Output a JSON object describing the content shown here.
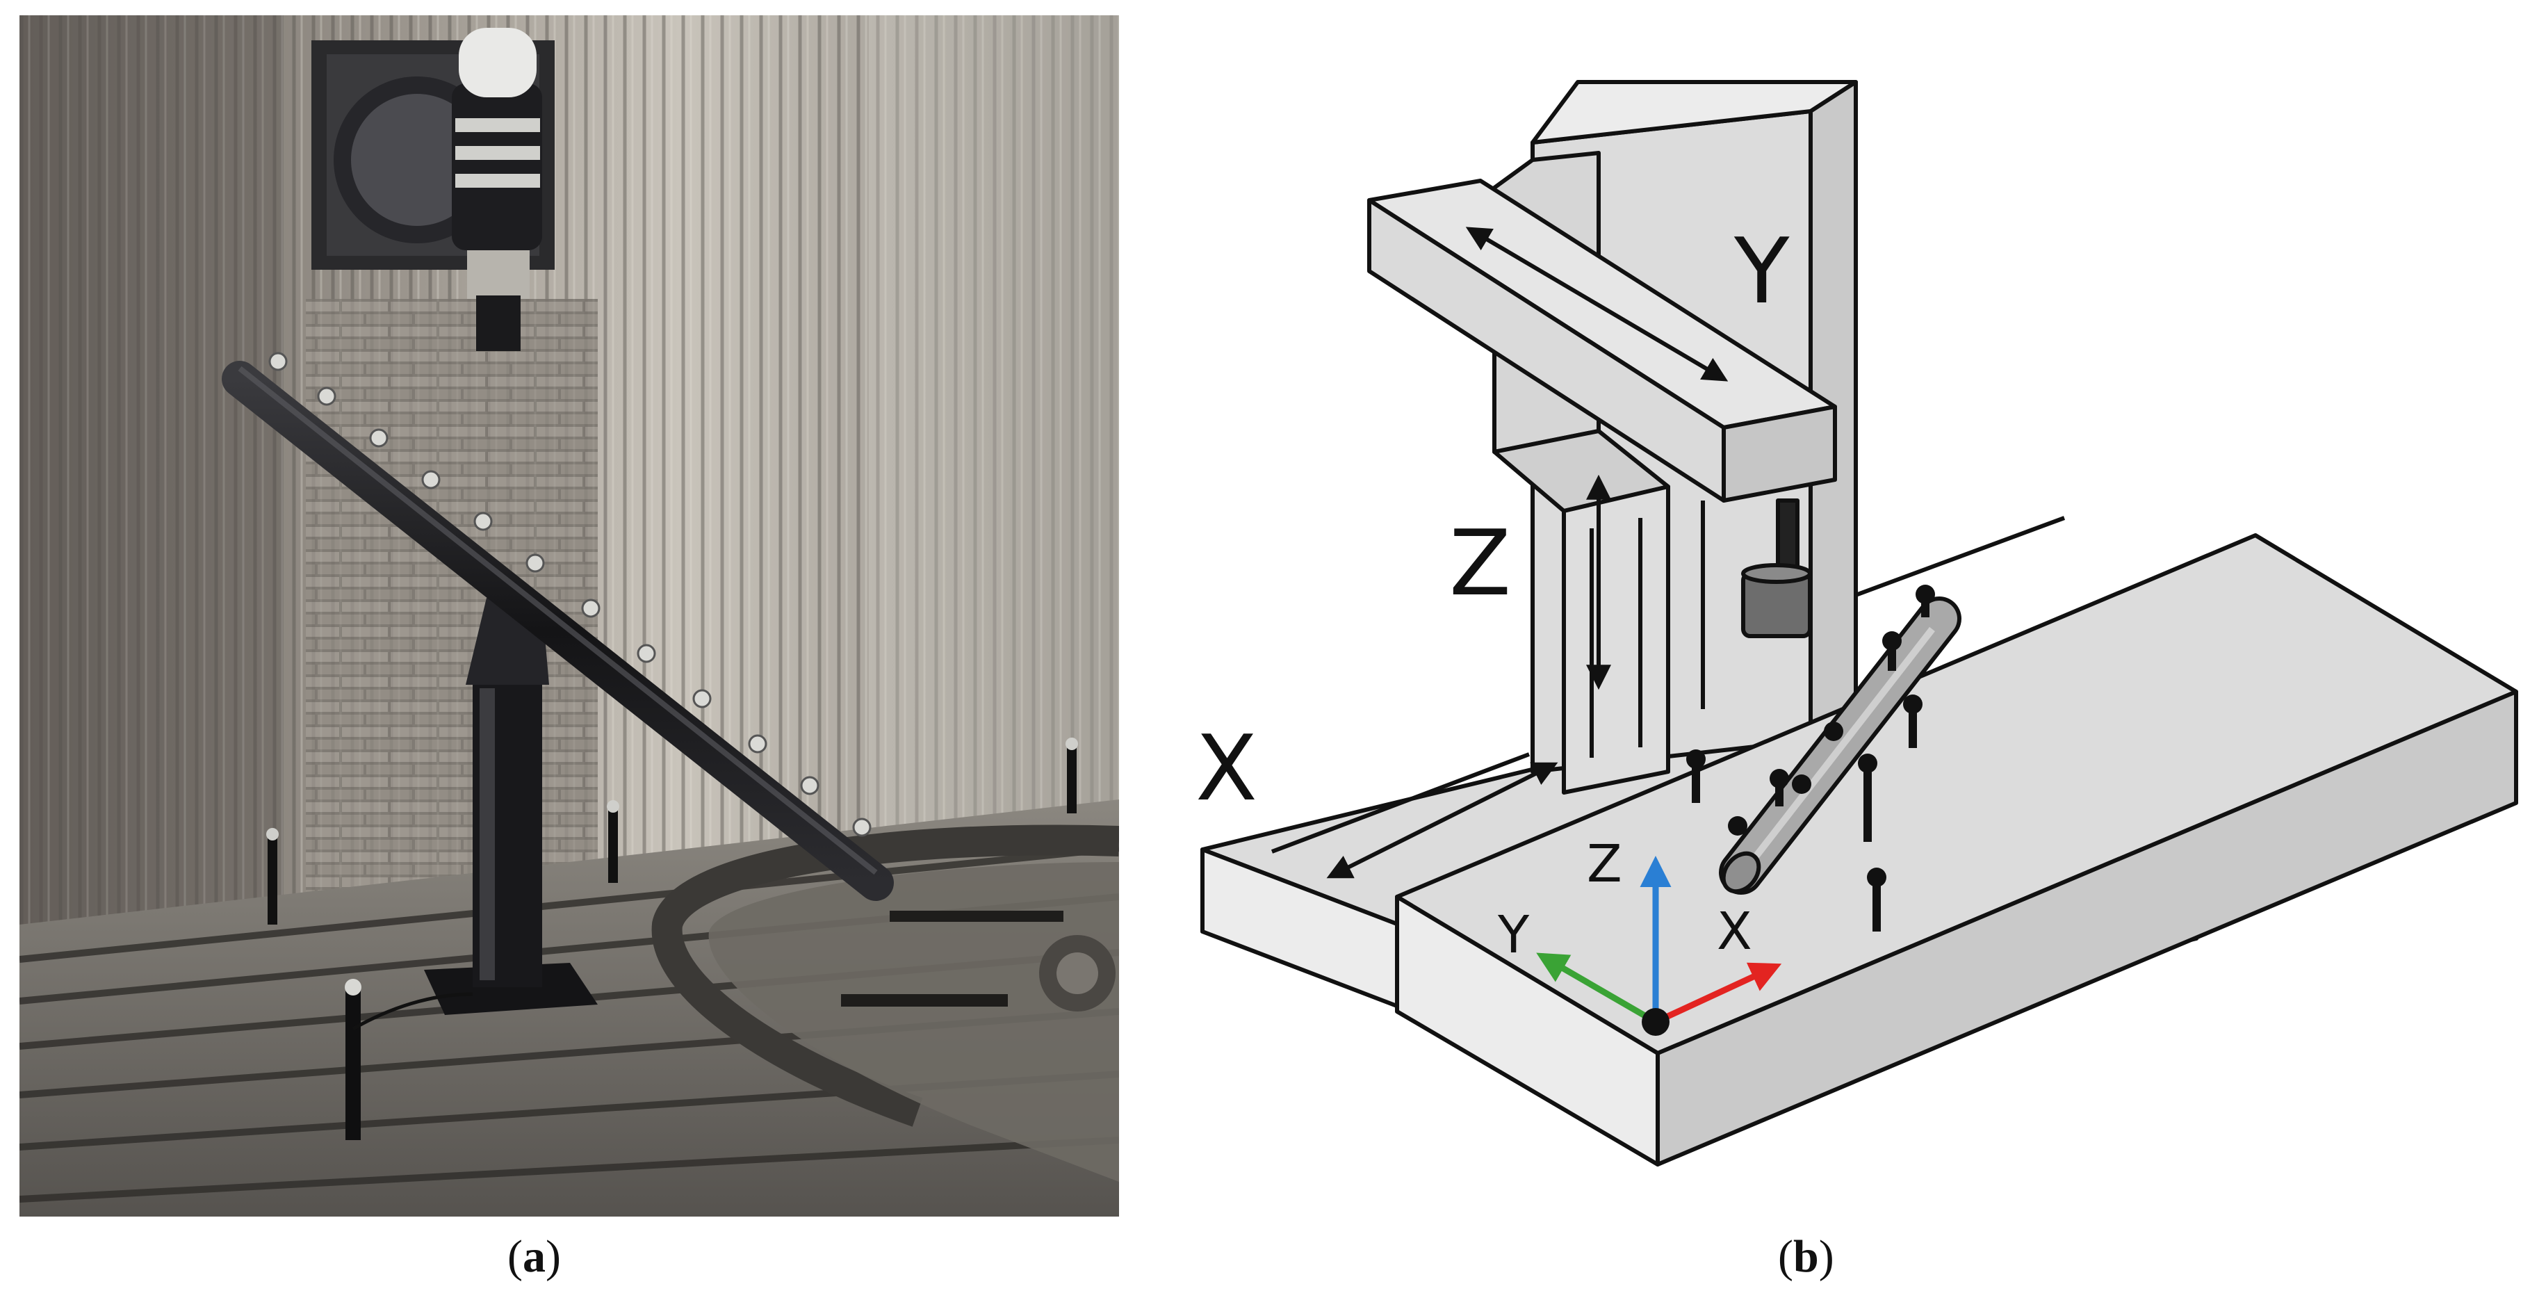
{
  "panel_a": {
    "caption_open": "(",
    "caption_letter": "a",
    "caption_close": ")"
  },
  "panel_b": {
    "caption_open": "(",
    "caption_letter": "b",
    "caption_close": ")",
    "machine_axes": {
      "x": "X",
      "y": "Y",
      "z": "Z"
    },
    "frame_axes": {
      "x": "X",
      "y": "Y",
      "z": "Z"
    },
    "colors": {
      "frame_x": "#e32421",
      "frame_y": "#3aa335",
      "frame_z": "#2a7fd4",
      "machine_fill": "#dcdcdc",
      "outline": "#111111"
    }
  }
}
